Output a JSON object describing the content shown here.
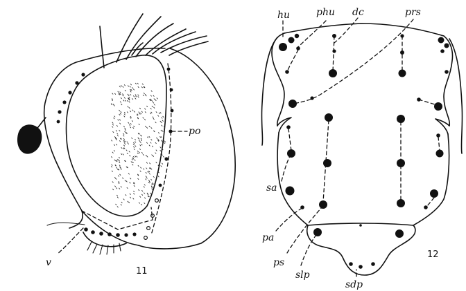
{
  "figure_11": {
    "number": "11",
    "labels": {
      "po": "po",
      "v": "v"
    }
  },
  "figure_12": {
    "number": "12",
    "labels": {
      "hu": "hu",
      "phu": "phu",
      "dc": "dc",
      "prs": "prs",
      "sa": "sa",
      "pa": "pa",
      "ps": "ps",
      "slp": "slp",
      "sdp": "sdp"
    }
  }
}
